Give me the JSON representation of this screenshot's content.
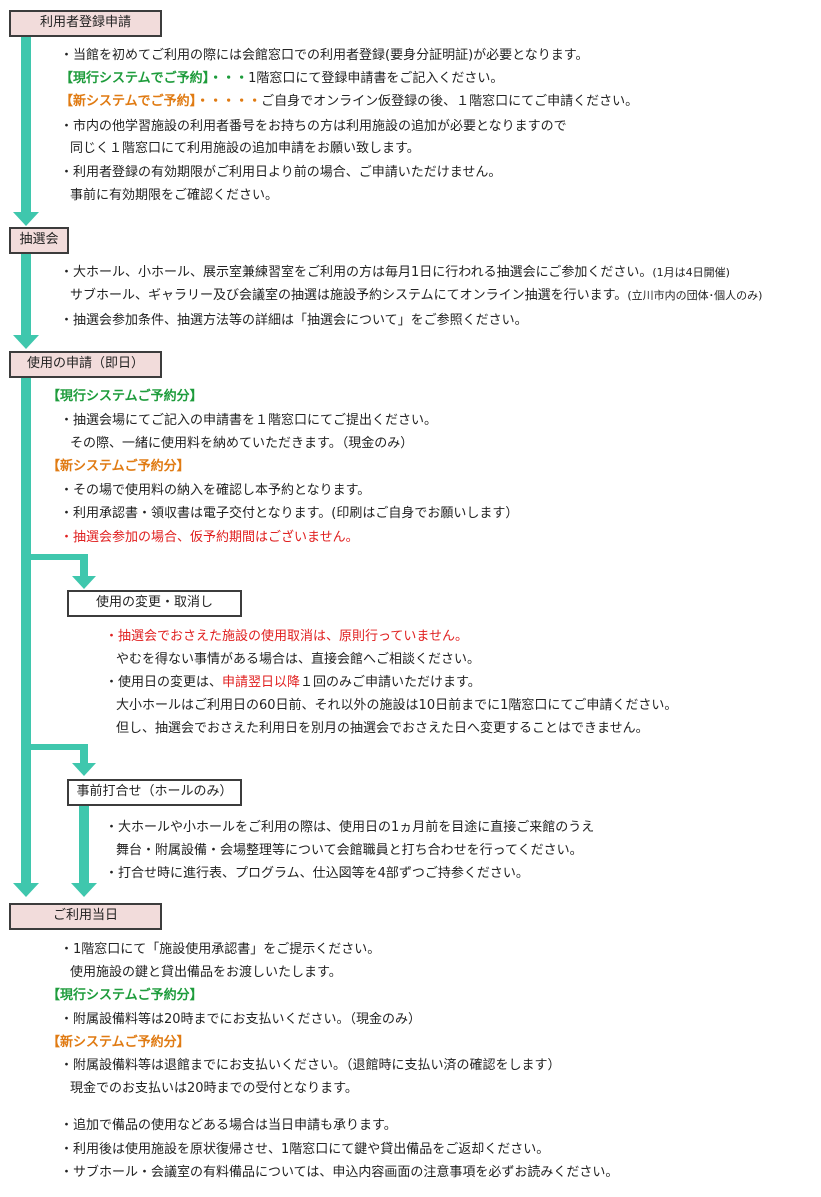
{
  "colors": {
    "flow_line": "#3fc7ad",
    "step_fill": "#f2dcdb",
    "green": "#1e9c3c",
    "orange": "#e07b13",
    "red": "#e02020"
  },
  "sections": {
    "registration": {
      "title": "利用者登録申請",
      "line1": "・当館を初めてご利用の際には会館窓口での利用者登録(要身分証明証)が必要となります。",
      "current_label": "【現行システムでご予約】・・・",
      "current_text": "1階窓口にて登録申請書をご記入ください。",
      "new_label": "【新システムでご予約】・・・・・",
      "new_text": "ご自身でオンライン仮登録の後、１階窓口にてご申請ください。",
      "line4": "・市内の他学習施設の利用者番号をお持ちの方は利用施設の追加が必要となりますので",
      "line5": "同じく１階窓口にて利用施設の追加申請をお願い致します。",
      "line6": "・利用者登録の有効期限がご利用日より前の場合、ご申請いただけません。",
      "line7": "事前に有効期限をご確認ください。"
    },
    "lottery": {
      "title": "抽選会",
      "line1": "・大ホール、小ホール、展示室兼練習室をご利用の方は毎月1日に行われる抽選会にご参加ください。",
      "line1_note": "(1月は4日開催)",
      "line2": "サブホール、ギャラリー及び会議室の抽選は施設予約システムにてオンライン抽選を行います。",
      "line2_note": "(立川市内の団体･個人のみ)",
      "line3": "・抽選会参加条件、抽選方法等の詳細は「抽選会について」をご参照ください。"
    },
    "application": {
      "title": "使用の申請（即日）",
      "current_label": "【現行システムご予約分】",
      "line1": "・抽選会場にてご記入の申請書を１階窓口にてご提出ください。",
      "line2": "その際、一緒に使用料を納めていただきます。（現金のみ）",
      "new_label": "【新システムご予約分】",
      "line3": "・その場で使用料の納入を確認し本予約となります。",
      "line4": "・利用承認書・領収書は電子交付となります。(印刷はご自身でお願いします）",
      "line5": "・抽選会参加の場合、仮予約期間はございません。"
    },
    "change": {
      "title": "使用の変更・取消し",
      "line1": "・抽選会でおさえた施設の使用取消は、原則行っていません。",
      "line2": "やむを得ない事情がある場合は、直接会館へご相談ください。",
      "line3_a": "・使用日の変更は、",
      "line3_b": "申請翌日以降",
      "line3_c": "１回のみご申請いただけます。",
      "line4": "大小ホールはご利用日の60日前、それ以外の施設は10日前までに1階窓口にてご申請ください。",
      "line5": "但し、抽選会でおさえた利用日を別月の抽選会でおさえた日へ変更することはできません。"
    },
    "meeting": {
      "title": "事前打合せ（ホールのみ）",
      "line1": "・大ホールや小ホールをご利用の際は、使用日の1ヵ月前を目途に直接ご来館のうえ",
      "line2": "舞台・附属設備・会場整理等について会館職員と打ち合わせを行ってください。",
      "line3": "・打合せ時に進行表、プログラム、仕込図等を4部ずつご持参ください。"
    },
    "day_of_use": {
      "title": "ご利用当日",
      "line1": "・1階窓口にて「施設使用承認書」をご提示ください。",
      "line2": "使用施設の鍵と貸出備品をお渡しいたします。",
      "current_label": "【現行システムご予約分】",
      "line3": "・附属設備料等は20時までにお支払いください。（現金のみ）",
      "new_label": "【新システムご予約分】",
      "line4": "・附属設備料等は退館までにお支払いください。（退館時に支払い済の確認をします）",
      "line5": "現金でのお支払いは20時までの受付となります。",
      "line6": "・追加で備品の使用などある場合は当日申請も承ります。",
      "line7": "・利用後は使用施設を原状復帰させ、1階窓口にて鍵や貸出備品をご返却ください。",
      "line8": "・サブホール・会議室の有料備品については、申込内容画面の注意事項を必ずお読みください。"
    }
  }
}
